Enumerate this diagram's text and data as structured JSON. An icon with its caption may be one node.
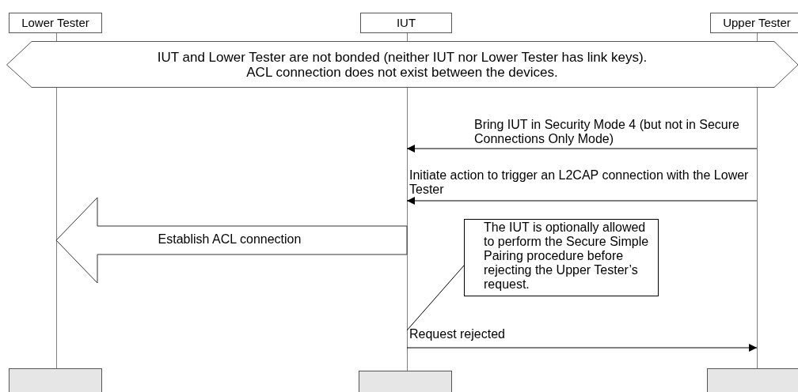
{
  "diagram": {
    "nodes": [
      {
        "text": [
          "Lower Tester"
        ]
      },
      {
        "text": [
          "IUT"
        ]
      },
      {
        "text": [
          "Upper Tester"
        ]
      },
      {
        "text": [
          "IUT and Lower Tester are not bonded (neither IUT nor Lower Tester has link keys). ACL connection does not exist between the devices."
        ]
      },
      {
        "text": [],
        "shape": "line"
      },
      {
        "text": [],
        "shape": "line"
      },
      {
        "text": [],
        "shape": "line"
      },
      {
        "text": [
          "The IUT is optionally allowed to perform the Secure Simple Pairing procedure before rejecting the Upper Tester’s request."
        ]
      },
      {
        "text": [],
        "shape": "box"
      },
      {
        "text": [],
        "shape": "box"
      },
      {
        "text": [],
        "shape": "box"
      }
    ],
    "edges": [
      {
        "from": 6,
        "to": 5,
        "arrow": "to",
        "label": "Bring IUT in Security Mode 4 (but not in Secure Connections Only Mode)"
      },
      {
        "from": 6,
        "to": 5,
        "arrow": "to",
        "label": "Initiate action to trigger an L2CAP connection with the Lower Tester"
      },
      {
        "from": 5,
        "to": 4,
        "arrow": "to",
        "label": "Establish ACL connection",
        "style": "thick"
      },
      {
        "from": 7,
        "to": 5,
        "arrow": "none"
      },
      {
        "from": 5,
        "to": 6,
        "arrow": "to",
        "label": "Request rejected"
      }
    ]
  }
}
